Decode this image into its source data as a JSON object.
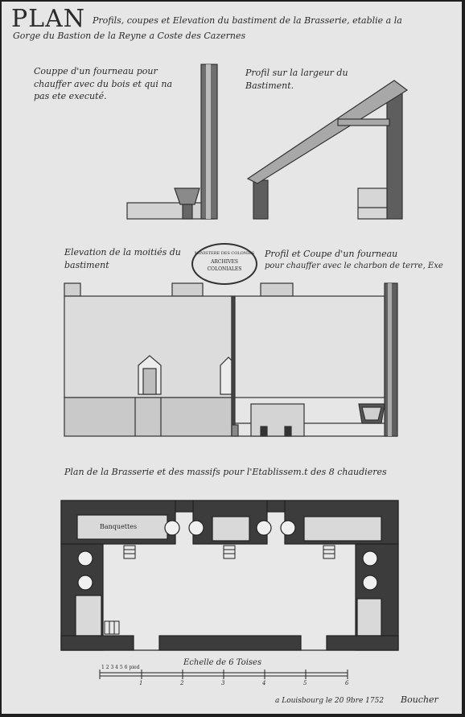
{
  "title": {
    "plan_word": "PLAN",
    "line1": "Profils, coupes et Elevation du bastiment de la Brasserie, etablie a la",
    "line2": "Gorge du Bastion de la Reyne a Coste des Cazernes"
  },
  "sections": {
    "coupe_label_1": "Couppe d'un fourneau pour",
    "coupe_label_2": "chauffer avec du bois et qui na",
    "coupe_label_3": "pas ete executé.",
    "profil_label_1": "Profil sur la largeur du",
    "profil_label_2": "Bastiment.",
    "elevation_label_1": "Elevation de la moitiés du",
    "elevation_label_2": "bastiment",
    "profil_coupe_label_1": "Profil et Coupe d'un fourneau",
    "profil_coupe_label_2": "pour chauffer avec le charbon de terre, Exe",
    "plan_label": "Plan de la Brasserie et des massifs pour l'Etablissem.t des 8 chaudieres",
    "banquettes": "Banquettes"
  },
  "stamp": {
    "line1": "MINISTERE DES COLONIES",
    "line2": "ARCHIVES",
    "line3": "COLONIALES"
  },
  "scale": {
    "label": "Echelle de 6 Toises",
    "small_ticks": "1 2 3 4 5 6 pied",
    "numbers": [
      "1",
      "2",
      "3",
      "4",
      "5",
      "6"
    ]
  },
  "signature": {
    "place_date": "a Louisbourg le 20 9bre 1752",
    "name": "Boucher"
  }
}
